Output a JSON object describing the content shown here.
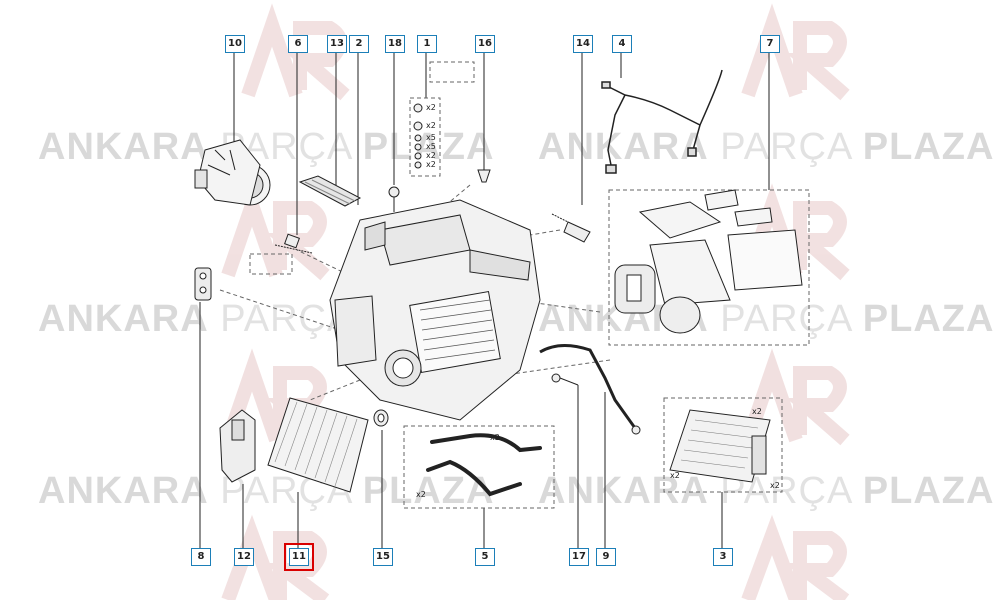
{
  "watermark": {
    "brand_a": "ANKARA",
    "brand_b": "PARÇA",
    "brand_c": "PLAZA",
    "color": "#d9d9d9"
  },
  "callouts_top": [
    "10",
    "6",
    "13",
    "2",
    "18",
    "1",
    "16",
    "14",
    "4",
    "7"
  ],
  "callouts_bottom": [
    "8",
    "12",
    "11",
    "15",
    "5",
    "17",
    "9",
    "3"
  ],
  "selected_part": "11",
  "qty_labels": {
    "a": "x2",
    "b": "x2",
    "c": "x5",
    "d": "x5",
    "e": "x2",
    "f": "x2",
    "g": "x2",
    "h": "x2",
    "i": "x2",
    "j": "x2",
    "k": "x2"
  },
  "colors": {
    "callout_border": "#1c7fb8",
    "highlight": "#d90000",
    "line": "#222222"
  }
}
